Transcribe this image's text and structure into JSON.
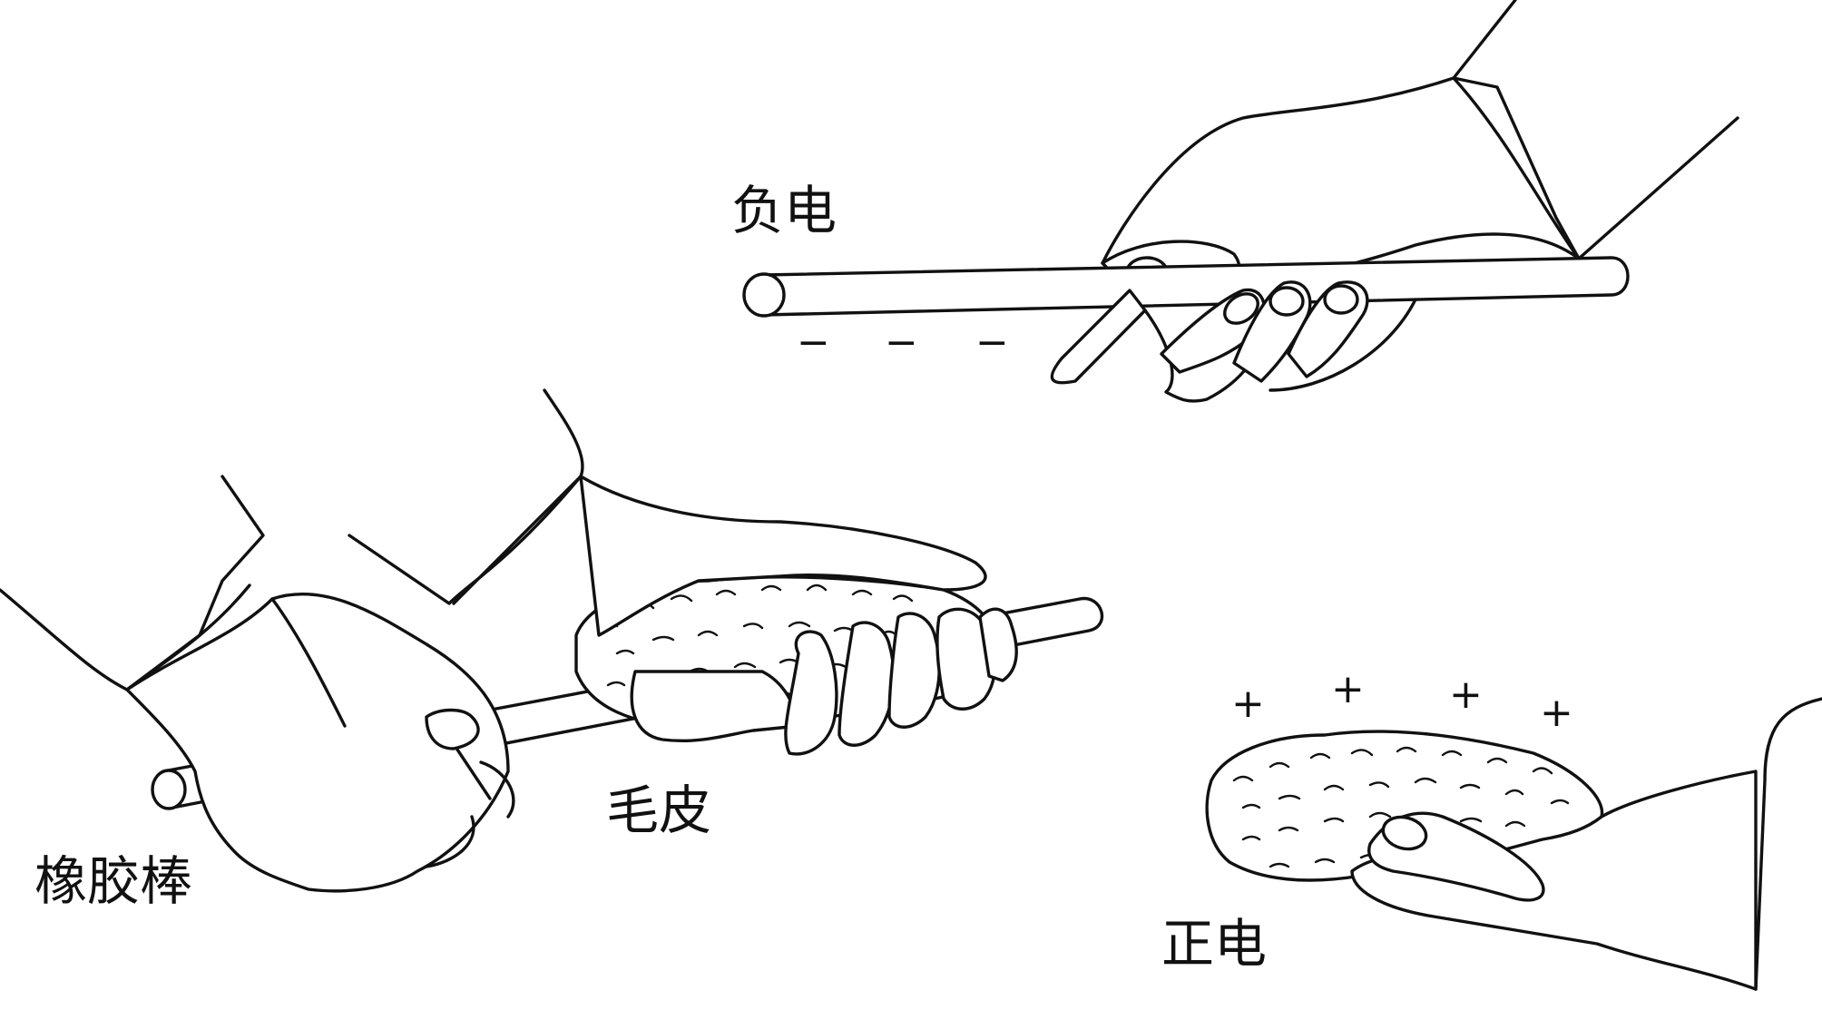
{
  "labels": {
    "negative": "负电",
    "positive": "正电",
    "rod": "橡胶棒",
    "fur": "毛皮"
  },
  "signs": {
    "minus": "−",
    "plus": "+"
  }
}
